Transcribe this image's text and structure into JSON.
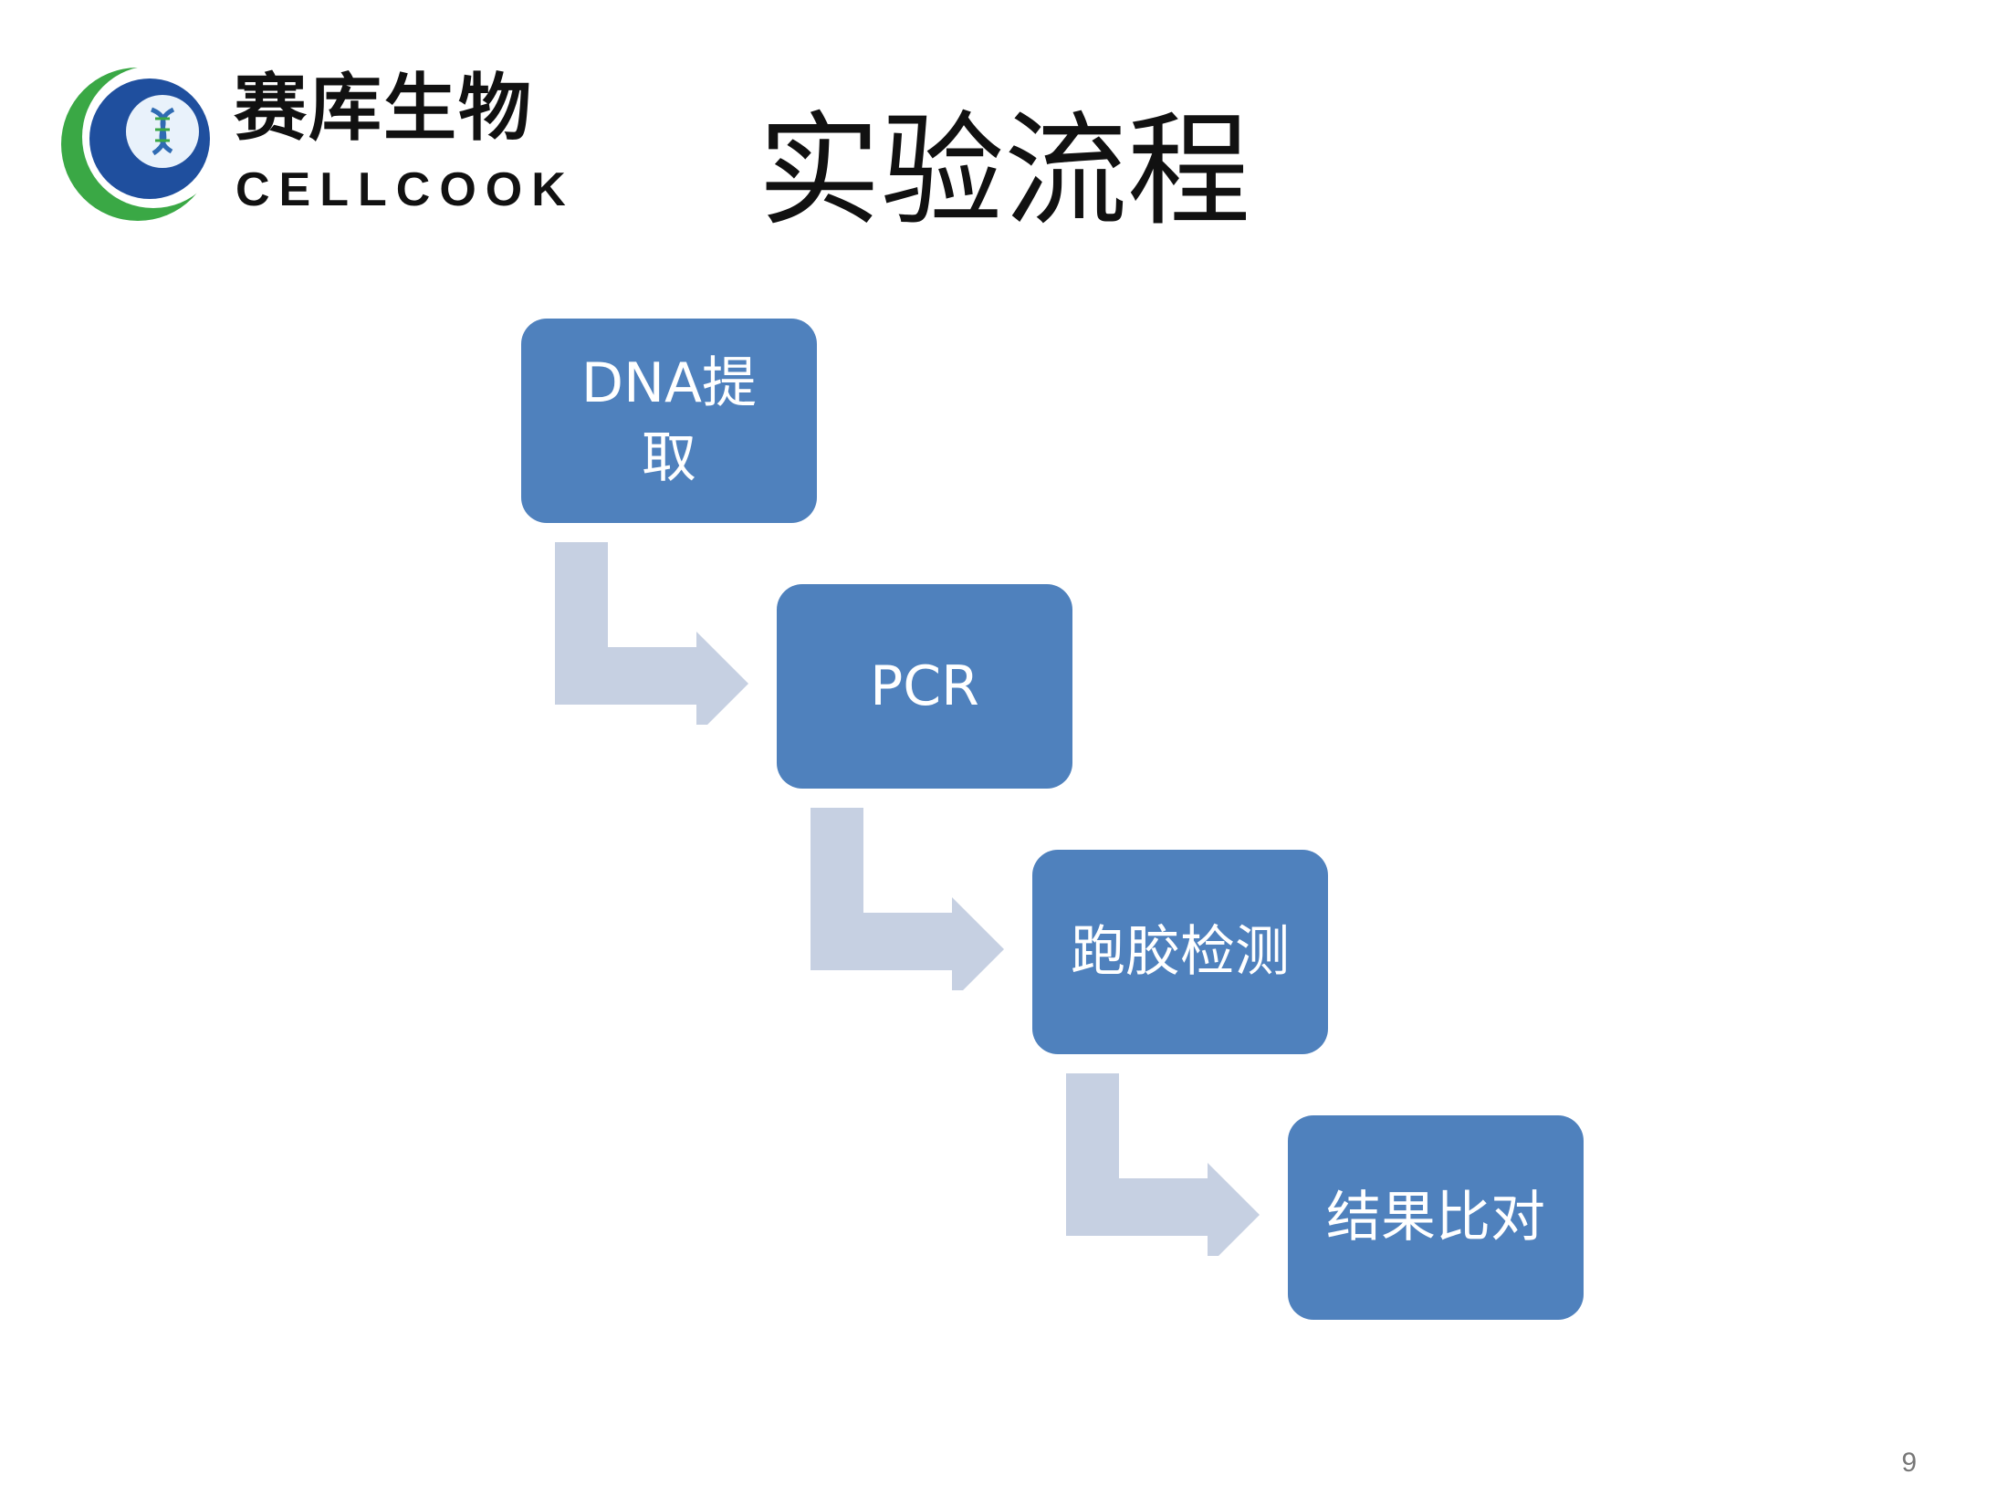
{
  "slide": {
    "title": "实验流程",
    "page_number": "9"
  },
  "logo": {
    "chinese_name": "赛库生物",
    "english_name": "CELLCOOK",
    "colors": {
      "ring_green": "#3aa845",
      "circle_blue": "#1f4f9e",
      "inner_white": "#ffffff"
    }
  },
  "flow": {
    "steps": [
      {
        "label": "DNA提取"
      },
      {
        "label": "PCR"
      },
      {
        "label": "跑胶检测"
      },
      {
        "label": "结果比对"
      }
    ],
    "colors": {
      "box_fill": "#4f81bd",
      "box_text": "#ffffff",
      "arrow_fill": "#c6d0e2"
    }
  }
}
